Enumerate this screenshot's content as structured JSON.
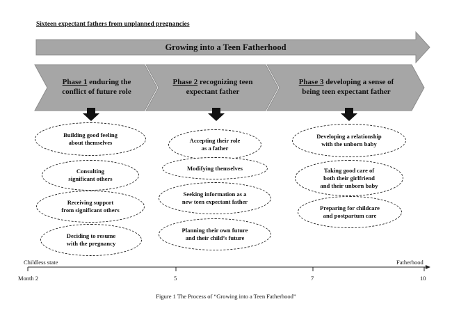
{
  "header": "Sixteen expectant fathers from unplanned pregnancies",
  "main_arrow": "Growing into a Teen Fatherhood",
  "phases": [
    {
      "num": "Phase 1",
      "line1_rest": " enduring the",
      "line2": "conflict of future role"
    },
    {
      "num": "Phase 2",
      "line1_rest": " recognizing  teen",
      "line2": "expectant  father"
    },
    {
      "num": "Phase 3",
      "line1_rest": " developing a sense of",
      "line2": "being teen expectant father"
    }
  ],
  "columns": [
    {
      "items": [
        "Building good feeling\nabout themselves",
        "Consulting\nsignificant others",
        "Receiving support\nfrom significant others",
        "Deciding to resume\nwith the pregnancy"
      ]
    },
    {
      "items": [
        "Accepting their role\nas a father",
        "Modifying themselves",
        "Seeking information as a\nnew teen expectant father",
        "Planning their own future\nand their child’s future"
      ]
    },
    {
      "items": [
        "Developing a relationship\nwith the unborn baby",
        "Taking good care of\nboth their girlfriend\nand their unborn baby",
        "Preparing for childcare\nand postpartum care"
      ]
    }
  ],
  "timeline": {
    "start_label": "Childless state",
    "end_label": "Fatherhood",
    "ticks": [
      "Month 2",
      "5",
      "7",
      "10"
    ]
  },
  "caption": "Figure 1 The Process of “Growing into a Teen Fatherhood”",
  "colors": {
    "arrow_fill": "#a6a6a6",
    "arrow_stroke": "#8c8c8c",
    "down_arrow": "#111111"
  }
}
